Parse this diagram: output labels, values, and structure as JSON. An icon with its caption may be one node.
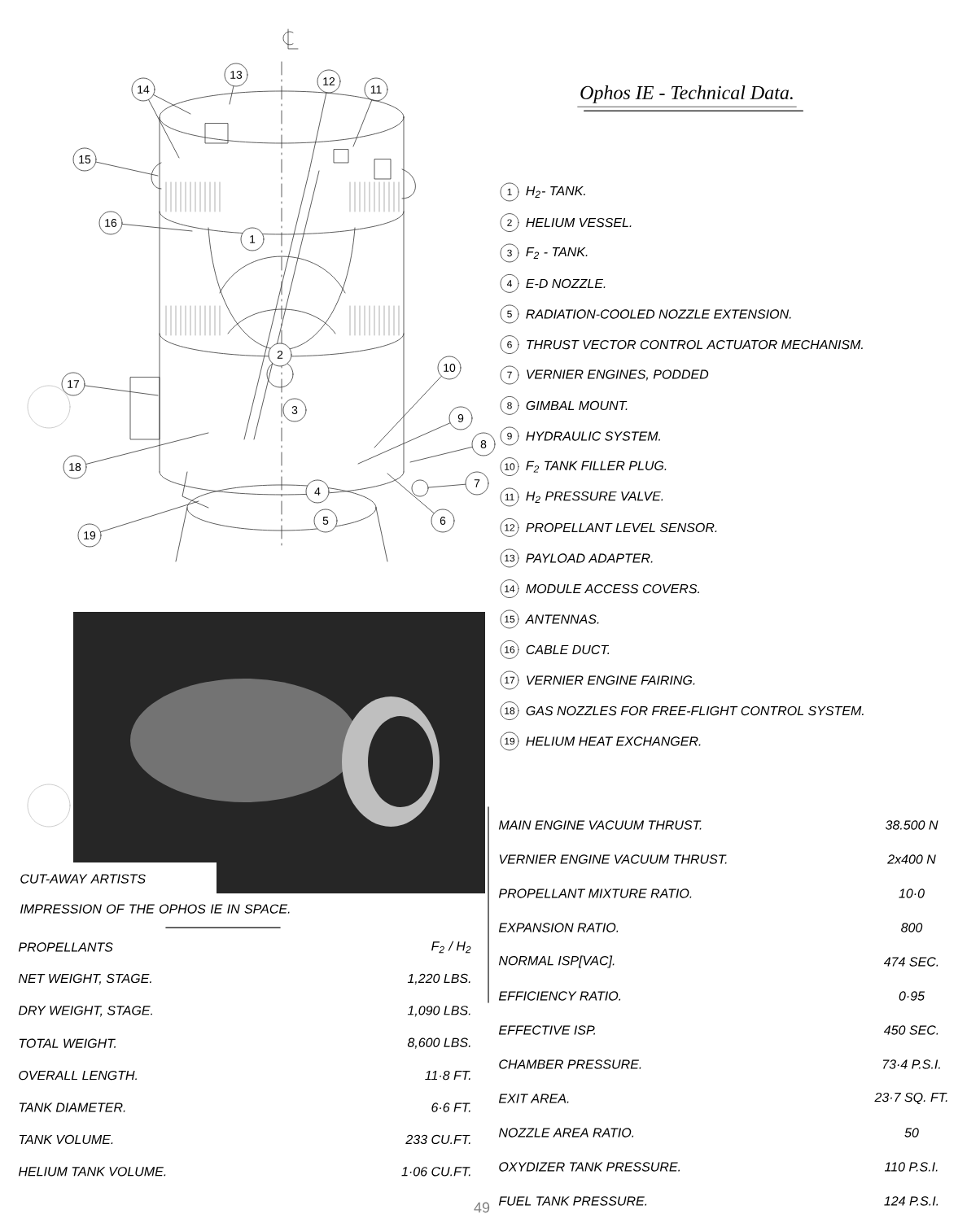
{
  "diagram": {
    "nodes": [
      {
        "text": [
          "14"
        ]
      },
      {
        "text": [
          "13"
        ]
      },
      {
        "text": [
          "12"
        ]
      },
      {
        "text": [
          "11"
        ]
      },
      {
        "text": [
          "15"
        ]
      },
      {
        "text": [
          "16"
        ]
      },
      {
        "text": [
          "10"
        ]
      },
      {
        "text": [
          "17"
        ]
      },
      {
        "text": [
          "9"
        ]
      },
      {
        "text": [
          "8"
        ]
      },
      {
        "text": [
          "18"
        ]
      },
      {
        "text": [
          "7"
        ]
      },
      {
        "text": [
          "6"
        ]
      },
      {
        "text": [
          "19"
        ]
      },
      {
        "text": [],
        "shape": "circle"
      },
      {
        "text": [
          "1"
        ]
      },
      {
        "text": [
          "2"
        ]
      },
      {
        "text": [
          "3"
        ]
      },
      {
        "text": [
          "4"
        ]
      },
      {
        "text": [
          "5"
        ]
      },
      {
        "text": [
          "1"
        ],
        "beside": [
          "H$_{2}$- TANK."
        ]
      },
      {
        "text": [
          "2"
        ],
        "beside": [
          "HELIUM VESSEL."
        ]
      },
      {
        "text": [
          "3"
        ],
        "beside": [
          "F$_{2}$ - TANK."
        ]
      },
      {
        "text": [
          "4"
        ],
        "beside": [
          "E-D NOZZLE."
        ]
      },
      {
        "text": [
          "5"
        ],
        "beside": [
          "RADIATION-COOLED NOZZLE EXTENSION."
        ]
      },
      {
        "text": [
          "6"
        ],
        "beside": [
          "THRUST VECTOR CONTROL ACTUATOR MECHANISM."
        ]
      },
      {
        "text": [
          "7"
        ],
        "beside": [
          "VERNIER ENGINES, PODDED"
        ]
      },
      {
        "text": [
          "8"
        ],
        "beside": [
          "GIMBAL MOUNT."
        ]
      },
      {
        "text": [
          "9"
        ],
        "beside": [
          "HYDRAULIC SYSTEM."
        ]
      },
      {
        "text": [
          "10"
        ],
        "beside": [
          "F$_{2}$ TANK FILLER PLUG."
        ]
      },
      {
        "text": [
          "11"
        ],
        "beside": [
          "H$_{2}$ PRESSURE VALVE."
        ]
      },
      {
        "text": [
          "12"
        ],
        "beside": [
          "PROPELLANT LEVEL SENSOR."
        ]
      },
      {
        "text": [
          "13"
        ],
        "beside": [
          "PAYLOAD ADAPTER."
        ]
      },
      {
        "text": [
          "14"
        ],
        "beside": [
          "MODULE ACCESS COVERS."
        ]
      },
      {
        "text": [
          "15"
        ],
        "beside": [
          "ANTENNAS."
        ]
      },
      {
        "text": [
          "16"
        ],
        "beside": [
          "CABLE DUCT."
        ]
      },
      {
        "text": [
          "17"
        ],
        "beside": [
          "VERNIER ENGINE FAIRING."
        ]
      },
      {
        "text": [
          "18"
        ],
        "beside": [
          "GAS NOZZLES FOR FREE-FLIGHT CONTROL SYSTEM."
        ]
      },
      {
        "text": [
          "19"
        ],
        "beside": [
          "HELIUM HEAT EXCHANGER."
        ]
      }
    ],
    "edges": [
      {
        "from": 0,
        "to": null,
        "arrow": "none"
      },
      {
        "from": 0,
        "to": null,
        "arrow": "none"
      },
      {
        "from": 1,
        "to": null,
        "arrow": "none"
      },
      {
        "from": 2,
        "to": null,
        "arrow": "none"
      },
      {
        "from": 3,
        "to": null,
        "arrow": "none"
      },
      {
        "from": 4,
        "to": null,
        "arrow": "none"
      },
      {
        "from": 5,
        "to": null,
        "arrow": "none"
      },
      {
        "from": 6,
        "to": null,
        "arrow": "none"
      },
      {
        "from": 7,
        "to": null,
        "arrow": "none"
      },
      {
        "from": 8,
        "to": null,
        "arrow": "none"
      },
      {
        "from": 9,
        "to": null,
        "arrow": "none"
      },
      {
        "from": 10,
        "to": null,
        "arrow": "none"
      },
      {
        "from": 11,
        "to": 14,
        "arrow": "none"
      },
      {
        "from": 12,
        "to": null,
        "arrow": "none"
      },
      {
        "from": 13,
        "to": null,
        "arrow": "none"
      }
    ],
    "labels": [
      "Ophos IE - Technical Data.",
      "CUT-AWAY ARTISTS IMPRESSION OF THE OPHOS IE IN SPACE.",
      "PROPELLANTS",
      "F$_{2}$ / H$_{2}$",
      "NET WEIGHT, STAGE.",
      "1,220 LBS.",
      "DRY WEIGHT, STAGE.",
      "1,090 LBS.",
      "TOTAL WEIGHT.",
      "8,600 LBS.",
      "OVERALL LENGTH.",
      "11·8 FT.",
      "TANK DIAMETER.",
      "6·6 FT.",
      "TANK VOLUME.",
      "233 CU.FT.",
      "HELIUM TANK VOLUME.",
      "1·06 CU.FT.",
      "MAIN ENGINE VACUUM THRUST.",
      "38.500 N",
      "VERNIER ENGINE VACUUM THRUST.",
      "2x400 N",
      "PROPELLANT MIXTURE RATIO.",
      "10·0",
      "EXPANSION RATIO.",
      "800",
      "NORMAL ISP[VAC].",
      "474 SEC.",
      "EFFICIENCY RATIO.",
      "0·95",
      "EFFECTIVE ISP.",
      "450 SEC.",
      "CHAMBER PRESSURE.",
      "73·4 P.S.I.",
      "EXIT AREA.",
      "23·7 SQ. FT.",
      "NOZZLE AREA RATIO.",
      "50",
      "OXYDIZER TANK PRESSURE.",
      "110 P.S.I.",
      "FUEL TANK PRESSURE.",
      "124 P.S.I.",
      "49"
    ]
  }
}
